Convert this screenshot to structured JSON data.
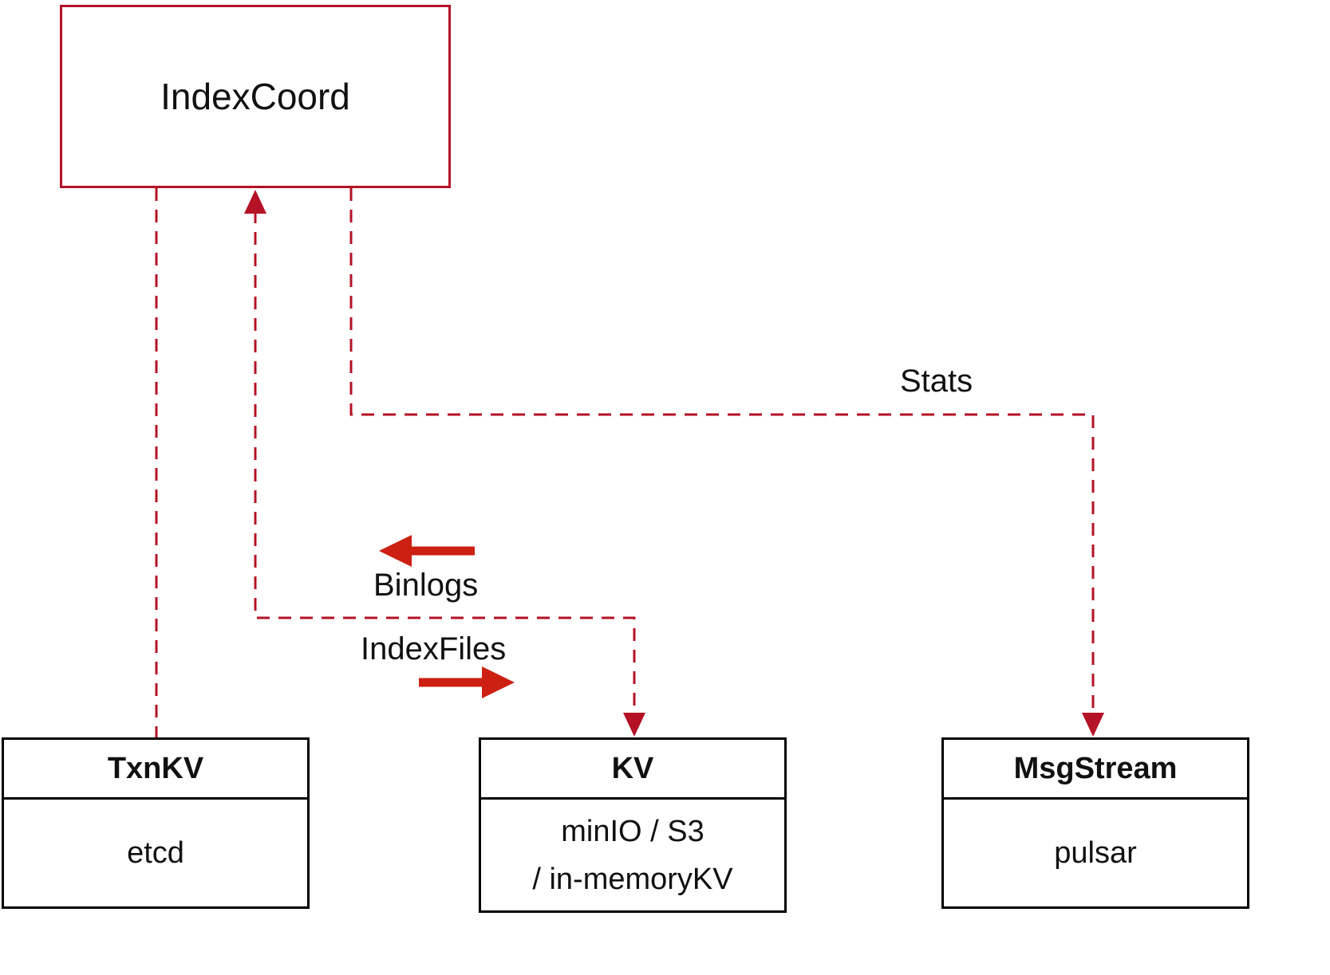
{
  "nodes": {
    "index_coord": {
      "label": "IndexCoord"
    },
    "txnkv": {
      "title": "TxnKV",
      "body": "etcd"
    },
    "kv": {
      "title": "KV",
      "body_line1": "minIO / S3",
      "body_line2": "/ in-memoryKV"
    },
    "msgstream": {
      "title": "MsgStream",
      "body": "pulsar"
    }
  },
  "edge_labels": {
    "stats": "Stats",
    "binlogs": "Binlogs",
    "index_files": "IndexFiles"
  },
  "colors": {
    "diagram_red": "#b51226",
    "arrow_red": "#cc2012",
    "node_border": "#000000",
    "text": "#111111",
    "background": "#ffffff"
  }
}
